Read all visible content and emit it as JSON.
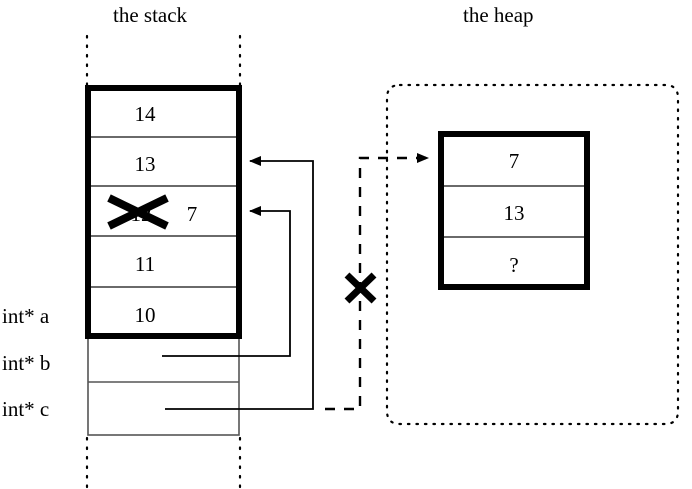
{
  "diagram": {
    "kind": "memory-diagram",
    "title_stack": "the stack",
    "title_heap": "the heap",
    "colors": {
      "ink": "#000000",
      "paper": "#ffffff",
      "thin_rule": "#555555"
    }
  },
  "stack": {
    "label": "the stack",
    "frame_cells": [
      {
        "value": "14",
        "struck": false,
        "annotation": ""
      },
      {
        "value": "13",
        "struck": false,
        "annotation": ""
      },
      {
        "value": "12",
        "struck": true,
        "annotation": "7"
      },
      {
        "value": "11",
        "struck": false,
        "annotation": ""
      },
      {
        "value": "10",
        "struck": false,
        "annotation": ""
      }
    ],
    "pointer_rows": [
      {
        "label": "int* a",
        "value": ""
      },
      {
        "label": "int* b",
        "value": ""
      },
      {
        "label": "int* c",
        "value": ""
      }
    ]
  },
  "heap": {
    "label": "the heap",
    "cells": [
      {
        "value": "7"
      },
      {
        "value": "13"
      },
      {
        "value": "?"
      }
    ]
  },
  "arrows": [
    {
      "name": "arrow-b-to-cell-12",
      "style": "solid",
      "from": "int* b",
      "to": "stack cell 12/7",
      "crossed_out": false
    },
    {
      "name": "arrow-c-to-cell-13",
      "style": "solid",
      "from": "int* c",
      "to": "stack cell 13",
      "crossed_out": false
    },
    {
      "name": "arrow-c-to-heap",
      "style": "dashed",
      "from": "int* c",
      "to": "heap cell 7",
      "crossed_out": true
    }
  ],
  "marks": [
    {
      "name": "strikethrough-x-on-12",
      "glyph": "X",
      "target": "stack cell value 12"
    },
    {
      "name": "cancel-x-on-dashed-arrow",
      "glyph": "X",
      "target": "dashed arrow to heap"
    }
  ]
}
